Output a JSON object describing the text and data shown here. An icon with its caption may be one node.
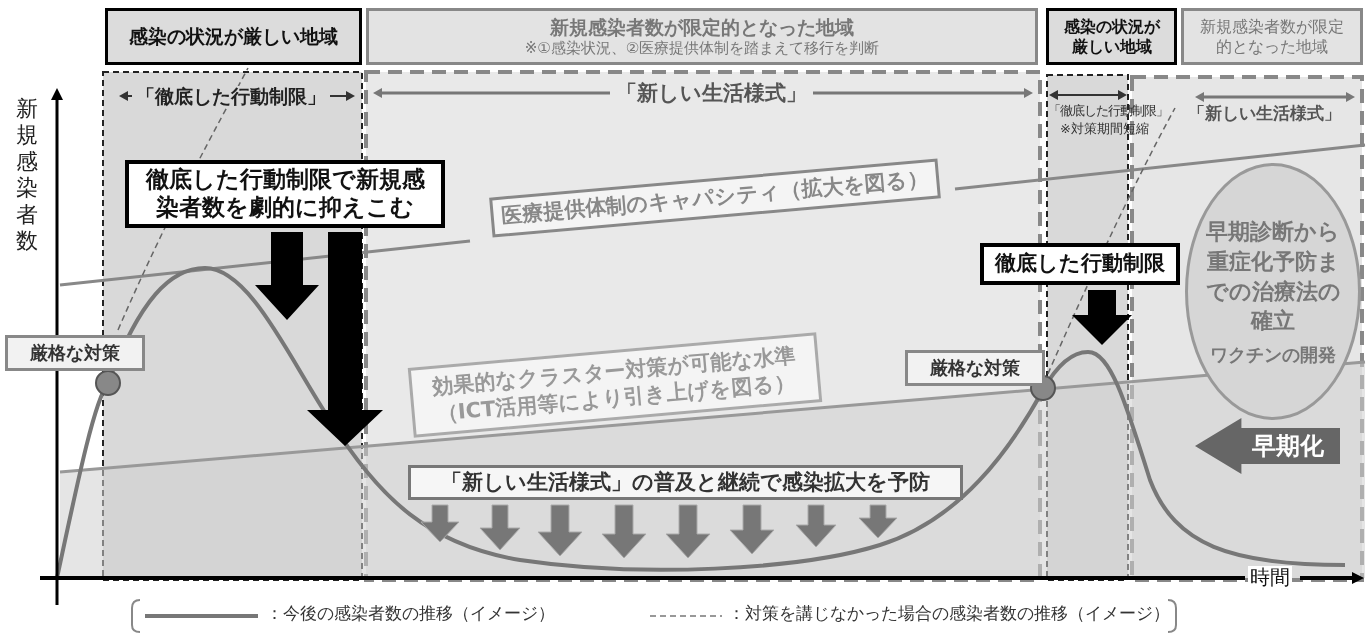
{
  "diagram": {
    "nodes": [
      {
        "text": [
          "感染の状況が厳しい地域"
        ]
      },
      {
        "text": [
          "新規感染者数が限定的となった地域",
          "※①感染状況、②医療提供体制を踏まえて移行を判断"
        ]
      },
      {
        "text": [
          "感染の状況が厳しい地域"
        ]
      },
      {
        "text": [
          "新規感染者数が限定的となった地域"
        ]
      },
      {
        "text": [
          "徹底した行動制限で新規感染者数を劇的に抑えこむ"
        ]
      },
      {
        "text": [
          "医療提供体制のキャパシティ（拡大を図る）"
        ]
      },
      {
        "text": [
          "厳格な対策"
        ]
      },
      {
        "text": [
          "効果的なクラスター対策が可能な水準（ICT活用等により引き上げを図る）"
        ]
      },
      {
        "text": [
          "「新しい生活様式」の普及と継続で感染拡大を予防"
        ]
      },
      {
        "text": [
          "厳格な対策"
        ]
      },
      {
        "text": [
          "徹底した行動制限"
        ]
      },
      {
        "text": [
          "早期診断から重症化予防までの治療法の確立",
          "ワクチンの開発"
        ]
      },
      {
        "text": [
          "早期化"
        ]
      }
    ],
    "labels": [
      "新規感染者数",
      "「徹底した行動制限」",
      "「新しい生活様式」",
      "「徹底した行動制限」",
      "※対策期間短縮",
      "「新しい生活様式」",
      "時間"
    ],
    "legend": [
      {
        "text": "：今後の感染者数の推移（イメージ）"
      },
      {
        "text": "：対策を講じなかった場合の感染者数の推移（イメージ）"
      }
    ]
  }
}
